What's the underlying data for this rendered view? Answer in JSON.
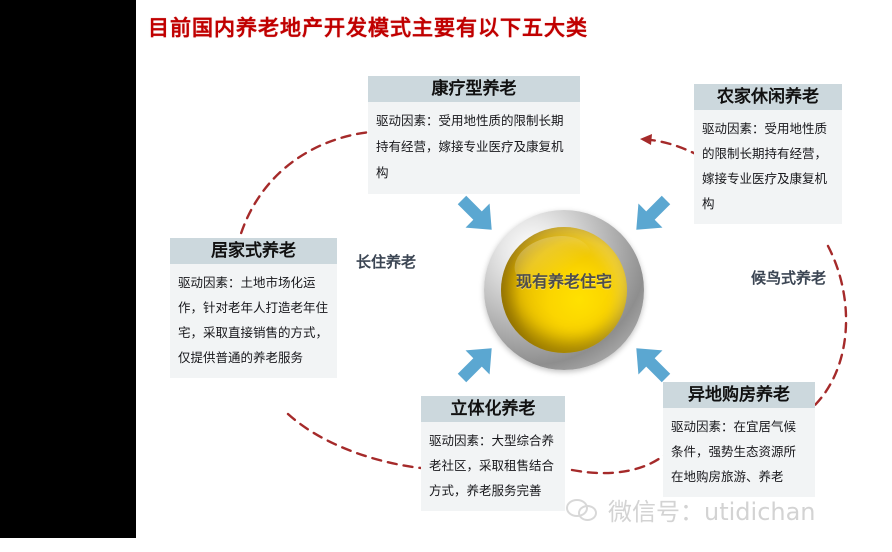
{
  "title": "目前国内养老地产开发模式主要有以下五大类",
  "center": {
    "label": "现有养老住宅"
  },
  "side_labels": {
    "left": "长住养老",
    "right": "候鸟式养老"
  },
  "cards": {
    "kangliao": {
      "header": "康疗型养老",
      "body": "驱动因素：受用地性质的限制长期持有经营，嫁接专业医疗及康复机构"
    },
    "nongjia": {
      "header": "农家休闲养老",
      "body": "驱动因素：受用地性质的限制长期持有经营，嫁接专业医疗及康复机构"
    },
    "jujia": {
      "header": "居家式养老",
      "body": "驱动因素：土地市场化运作，针对老年人打造老年住宅，采取直接销售的方式，仅提供普通的养老服务"
    },
    "liti": {
      "header": "立体化养老",
      "body": "驱动因素：大型综合养老社区，采取租售结合方式，养老服务完善"
    },
    "yidi": {
      "header": "异地购房养老",
      "body": "驱动因素：在宜居气候条件，强势生态资源所在地购房旅游、养老"
    }
  },
  "watermark": {
    "text": "微信号：utidichan"
  },
  "colors": {
    "title_red": "#c00000",
    "card_header": "#ccd8dd",
    "card_body": "#f2f4f5",
    "arrow_blue": "#5ba7d1",
    "dashed_red": "#a52a2a",
    "sphere_gold": "#fbd500",
    "black_bar": "#000000"
  }
}
